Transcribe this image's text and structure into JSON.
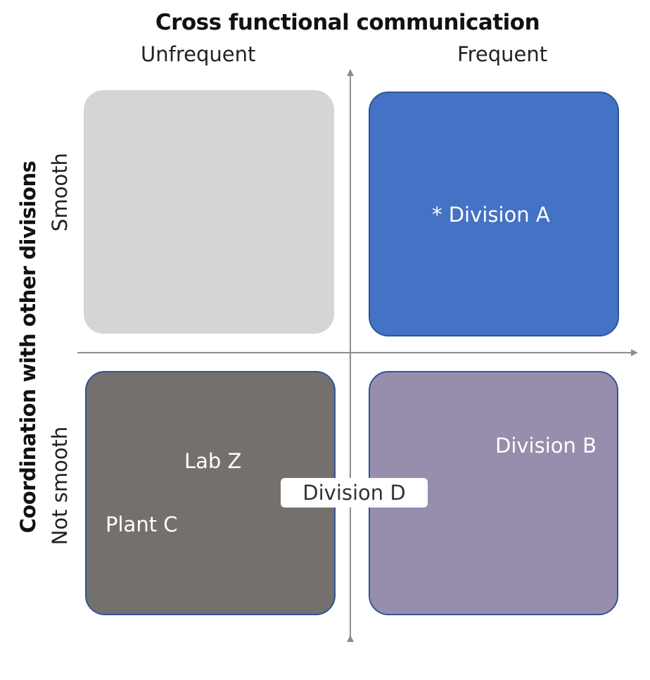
{
  "title": "Cross functional communication",
  "x_axis": {
    "left_label": "Unfrequent",
    "right_label": "Frequent"
  },
  "y_axis": {
    "title": "Coordination with other divisions",
    "top_label": "Smooth",
    "bottom_label": "Not smooth"
  },
  "quadrants": {
    "top_left": {
      "color": "#d4d6d5",
      "items": []
    },
    "top_right": {
      "color": "#4472c4",
      "items": [
        "* Division A"
      ]
    },
    "bottom_left": {
      "color": "#74706e",
      "items": [
        "Lab Z",
        "Plant C"
      ]
    },
    "bottom_right": {
      "color": "#978ead",
      "items": [
        "Division B"
      ]
    }
  },
  "center_item": "Division D"
}
